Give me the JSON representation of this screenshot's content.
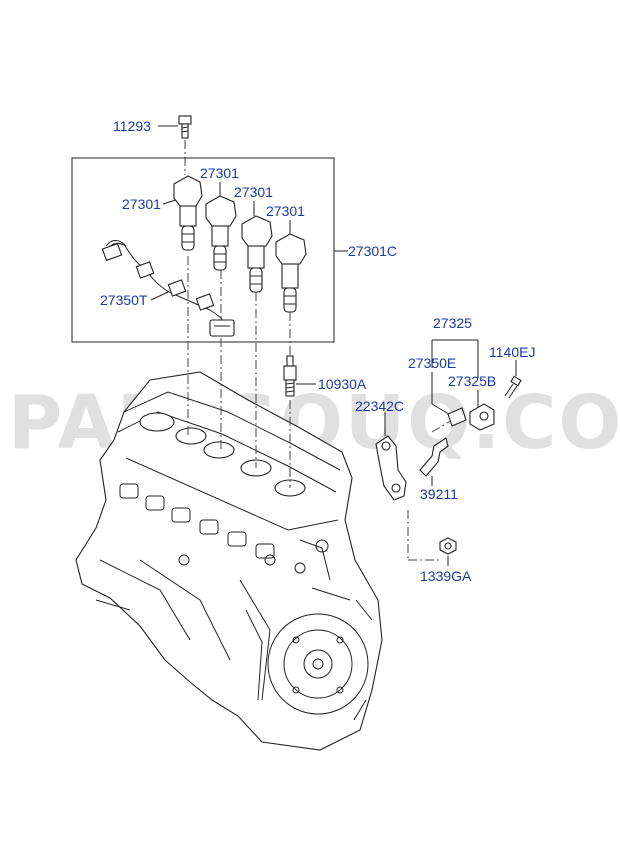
{
  "watermark": "PARTSOUQ.COM",
  "labels": {
    "bolt_11293": "11293",
    "coil_27301_a": "27301",
    "coil_27301_b": "27301",
    "coil_27301_c": "27301",
    "coil_27301_d": "27301",
    "coil_assy_27301c": "27301C",
    "harness_27350t": "27350T",
    "spark_plug_10930a": "10930A",
    "sensor_27325": "27325",
    "sensor_27350e": "27350E",
    "sensor_27325b": "27325B",
    "bolt_1140ej": "1140EJ",
    "bracket_22342c": "22342C",
    "bracket_39211": "39211",
    "nut_1339ga": "1339GA"
  },
  "colors": {
    "label": "#1a3aa8",
    "line": "#222222",
    "watermark": "#c8c8c8"
  }
}
